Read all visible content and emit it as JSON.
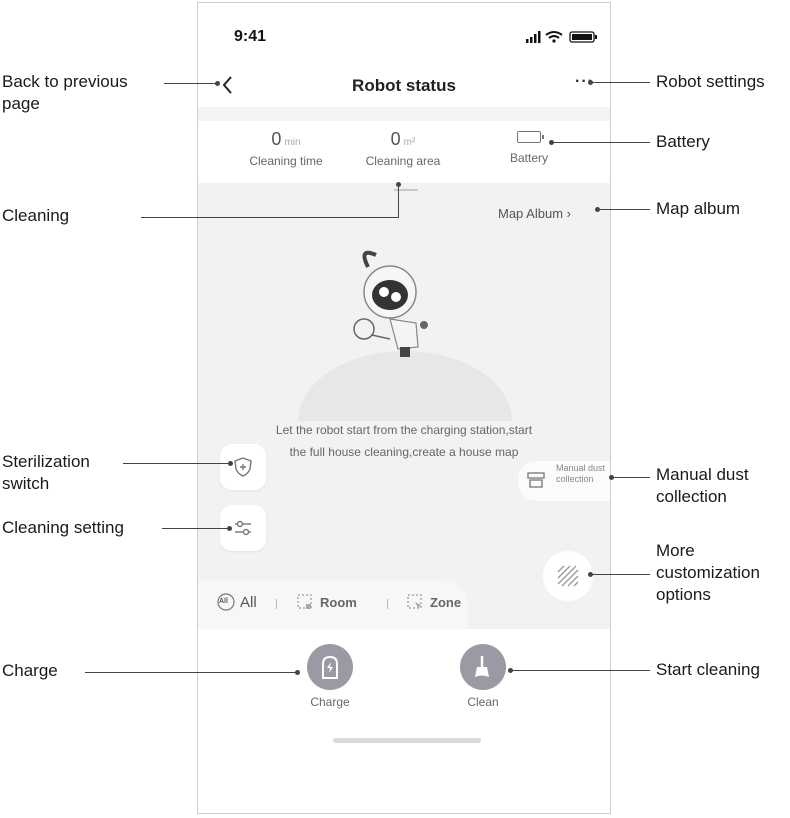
{
  "status_bar": {
    "time": "9:41"
  },
  "nav": {
    "title": "Robot status",
    "more": "···"
  },
  "stats": {
    "cleaning_time": {
      "value": "0",
      "unit": "min",
      "label": "Cleaning time"
    },
    "cleaning_area": {
      "value": "0",
      "unit": "m²",
      "label": "Cleaning area"
    },
    "battery": {
      "label": "Battery"
    }
  },
  "map_album": "Map Album ›",
  "hint": {
    "line1": "Let the robot start from the charging station,start",
    "line2": "the full house cleaning,create a house map"
  },
  "manual_dust": {
    "label": "Manual dust collection"
  },
  "modes": {
    "all": "All",
    "all_badge": "All",
    "room": "Room",
    "zone": "Zone"
  },
  "actions": {
    "charge": "Charge",
    "clean": "Clean"
  },
  "annotations": {
    "back": "Back to previous page",
    "robot_settings": "Robot settings",
    "battery": "Battery",
    "cleaning": "Cleaning",
    "map_album": "Map album",
    "sterilization": "Sterilization switch",
    "cleaning_setting": "Cleaning setting",
    "manual_dust": "Manual dust collection",
    "more_options": "More customization options",
    "charge": "Charge",
    "start_cleaning": "Start cleaning"
  },
  "colors": {
    "action_button": "#999aa3",
    "panel_bg": "#f2f2f2",
    "frame_border": "#cfcfcf"
  }
}
